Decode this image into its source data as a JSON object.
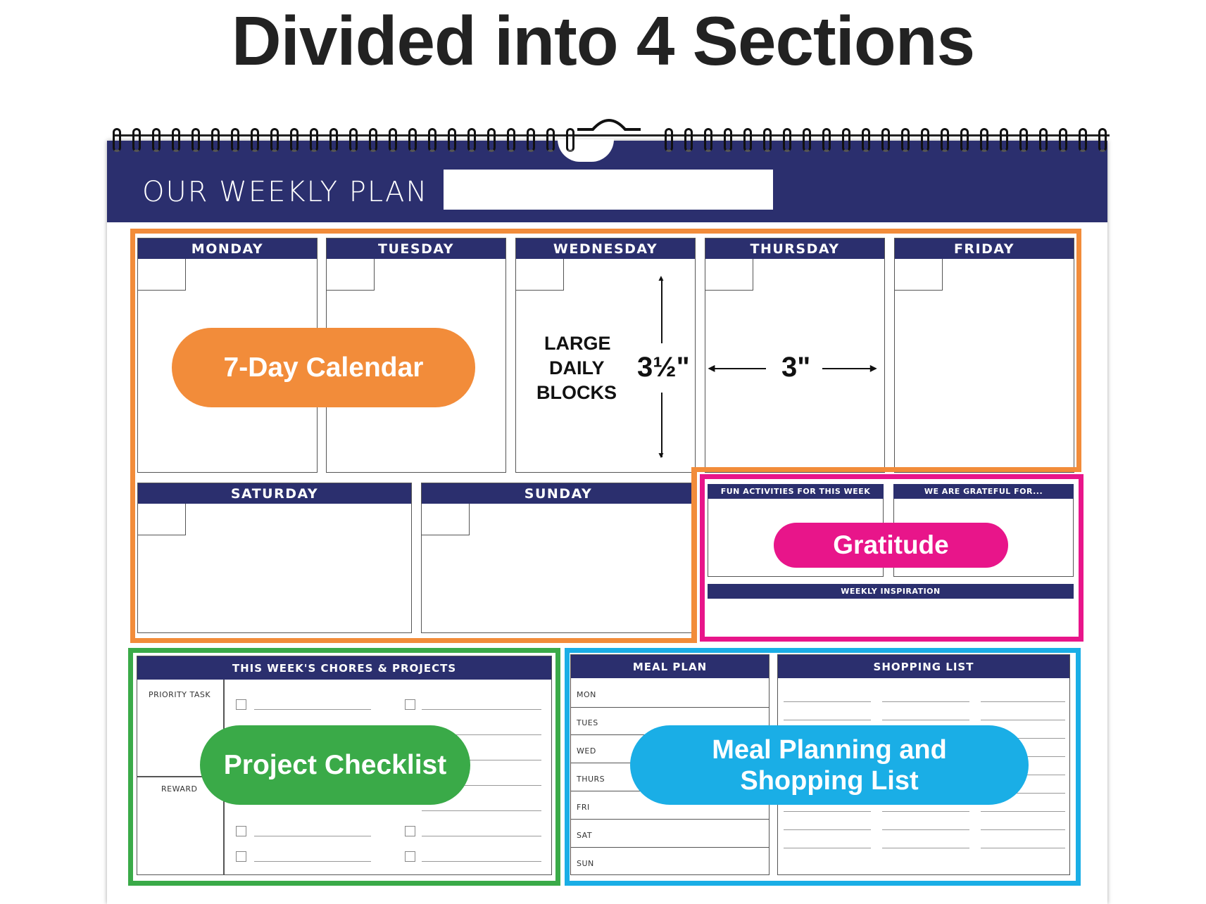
{
  "headline": "Divided into 4 Sections",
  "calendar": {
    "title": "OUR WEEKLY PLAN",
    "days": [
      "MONDAY",
      "TUESDAY",
      "WEDNESDAY",
      "THURSDAY",
      "FRIDAY",
      "SATURDAY",
      "SUNDAY"
    ],
    "block_note": [
      "LARGE",
      "DAILY",
      "BLOCKS"
    ],
    "height_measure": "3½\"",
    "width_measure": "3\"",
    "fun_activities": "FUN ACTIVITIES FOR THIS WEEK",
    "grateful": "WE ARE GRATEFUL FOR...",
    "inspiration": "WEEKLY INSPIRATION",
    "chores_title": "THIS WEEK'S CHORES & PROJECTS",
    "priority_task": "PRIORITY TASK",
    "reward": "REWARD",
    "meal_plan_title": "MEAL PLAN",
    "shopping_title": "SHOPPING LIST",
    "meal_days": [
      "MON",
      "TUES",
      "WED",
      "THURS",
      "FRI",
      "SAT",
      "SUN"
    ]
  },
  "sections": {
    "calendar": "7-Day Calendar",
    "gratitude": "Gratitude",
    "checklist": "Project Checklist",
    "meal_line1": "Meal Planning and",
    "meal_line2": "Shopping List"
  },
  "colors": {
    "navy": "#2b2f6e",
    "orange": "#f28c3a",
    "magenta": "#e8158a",
    "green": "#3aaa48",
    "blue": "#1aaee6"
  }
}
